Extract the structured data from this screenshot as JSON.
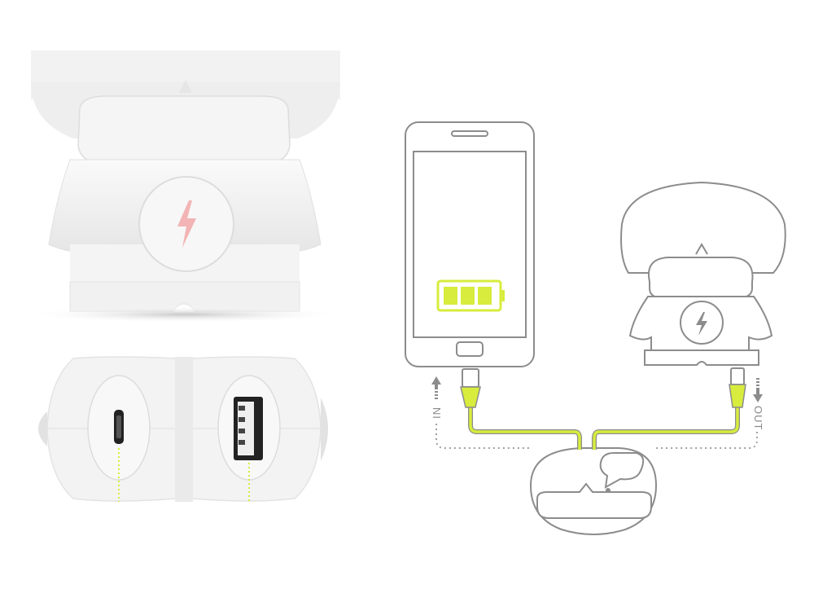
{
  "labels": {
    "in": "IN",
    "out": "OUT"
  },
  "colors": {
    "accent": "#d7ec3c",
    "line": "#8c8c8c",
    "device": "#f4f4f4",
    "bolt": "#f2b4b4"
  },
  "battery": {
    "bars": 3,
    "level": 1.0
  },
  "icons": [
    "lightning-bolt-icon",
    "battery-icon",
    "micro-usb-port-icon",
    "usb-a-port-icon",
    "arrow-up-icon",
    "arrow-down-icon"
  ]
}
